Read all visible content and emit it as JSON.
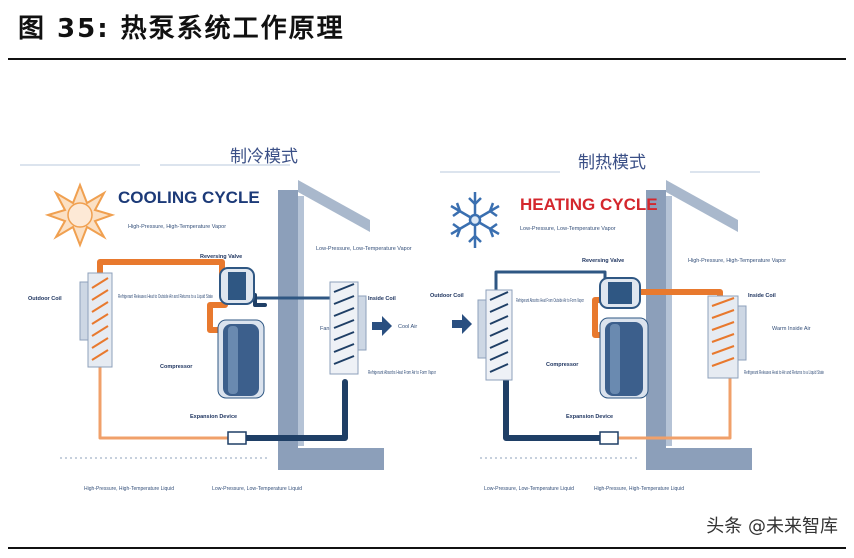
{
  "figure": {
    "title": "图 35:  热泵系统工作原理"
  },
  "cooling": {
    "mode_label": "制冷模式",
    "title": "COOLING CYCLE",
    "hp_vapor": "High-Pressure, High-Temperature Vapor",
    "lp_vapor": "Low-Pressure, Low-Temperature Vapor",
    "reversing_valve": "Reversing Valve",
    "outdoor_coil": "Outdoor Coil",
    "inside_coil": "Inside Coil",
    "release_note": "Refrigerant Releases Heat to Outside Air and Returns to a Liquid State",
    "compressor": "Compressor",
    "fan": "Fan",
    "cool_air": "Cool Air",
    "absorb_note": "Refrigerant Absorbs Heat From Air to Form Vapor",
    "expansion_device": "Expansion Device",
    "hp_liquid": "High-Pressure, High-Temperature Liquid",
    "lp_liquid": "Low-Pressure, Low-Temperature Liquid"
  },
  "heating": {
    "mode_label": "制热模式",
    "title": "HEATING CYCLE",
    "lp_vapor": "Low-Pressure, Low-Temperature Vapor",
    "reversing_valve": "Reversing Valve",
    "hp_vapor": "High-Pressure, High-Temperature Vapor",
    "outdoor_coil": "Outdoor Coil",
    "inside_coil": "Inside Coil",
    "absorb_note": "Refrigerant Absorbs Heat From Outside Air to Form Vapor",
    "compressor": "Compressor",
    "warm_air": "Warm Inside Air",
    "release_note": "Refrigerant Releases Heat to Air and Returns to a Liquid State",
    "expansion_device": "Expansion Device",
    "lp_liquid": "Low-Pressure, Low-Temperature Liquid",
    "hp_liquid": "High-Pressure, High-Temperature Liquid"
  },
  "watermark": "头条 @未来智库",
  "colors": {
    "hot_pipe": "#e8792e",
    "cold_pipe": "#1f3f66",
    "house": "#8c9fba",
    "cooling_title": "#1c3a78",
    "heating_title": "#d4272d",
    "sun": "#f0a050",
    "snowflake": "#3a6fb0"
  },
  "icons": [
    "sun-icon",
    "snowflake-icon",
    "airflow-arrow-icon"
  ]
}
